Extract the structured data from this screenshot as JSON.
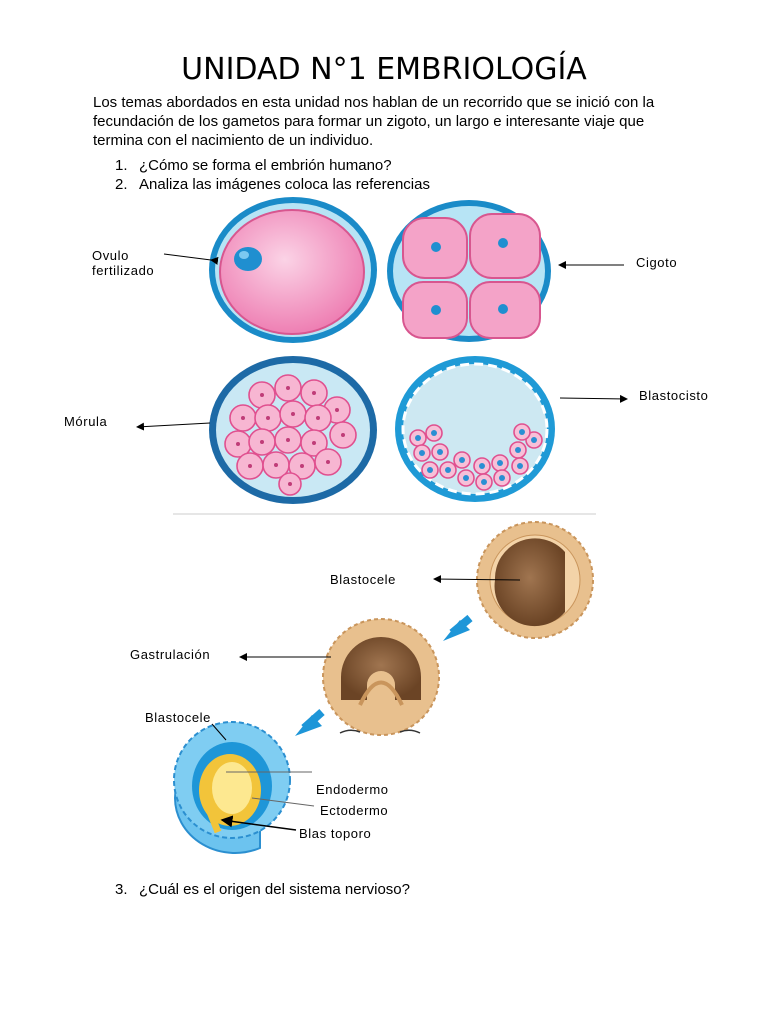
{
  "title": "UNIDAD N°1 EMBRIOLOGÍA",
  "intro": "Los temas abordados en esta unidad nos hablan de un recorrido que se inició con la fecundación de los gametos para formar un zigoto, un largo e interesante viaje que termina con el nacimiento de un individuo.",
  "questions": [
    {
      "num": "1.",
      "text": "¿Cómo se forma el embrión humano?"
    },
    {
      "num": "2.",
      "text": "Analiza las imágenes coloca las referencias"
    },
    {
      "num": "3.",
      "text": "¿Cuál es el origen del sistema nervioso?"
    }
  ],
  "labels": {
    "ovulo_line1": "Ovulo",
    "ovulo_line2": "fertilizado",
    "cigoto": "Cigoto",
    "morula": "Mórula",
    "blastocisto": "Blastocisto",
    "blastocele_top": "Blastocele",
    "gastrulacion": "Gastrulación",
    "blastocele_bottom": "Blastocele",
    "endodermo": "Endodermo",
    "ectodermo": "Ectodermo",
    "blastoporo": "Blas toporo"
  }
}
